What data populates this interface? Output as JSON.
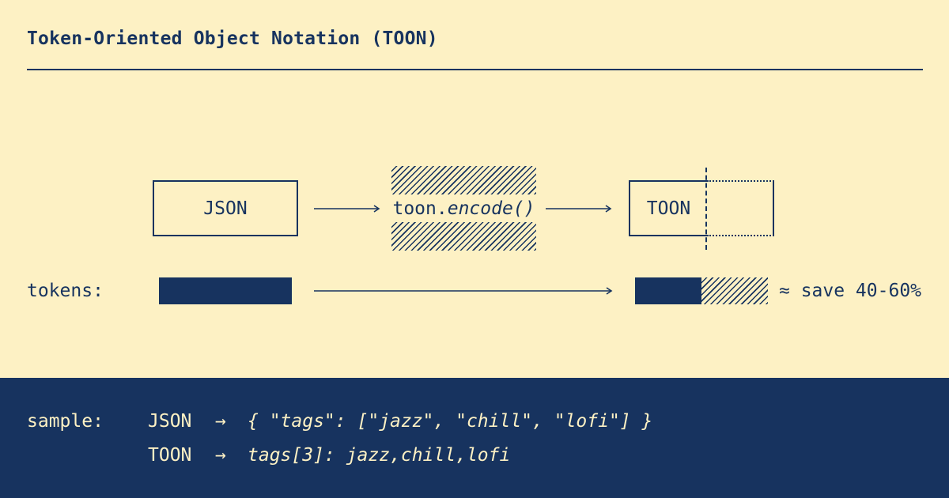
{
  "title": "Token-Oriented Object Notation (TOON)",
  "diagram": {
    "source_label": "JSON",
    "encoder_object": "toon.",
    "encoder_method": "encode()",
    "target_label": "TOON"
  },
  "tokens": {
    "label": "tokens:",
    "savings_text": "≈ save 40-60%",
    "toon_ratio": 0.5
  },
  "sample": {
    "label": "sample:",
    "rows": [
      {
        "format": "JSON",
        "arrow": "→",
        "code": "{ \"tags\": [\"jazz\", \"chill\", \"lofi\"] }"
      },
      {
        "format": "TOON",
        "arrow": "→",
        "code": "tags[3]: jazz,chill,lofi"
      }
    ]
  },
  "colors": {
    "background": "#fdf1c4",
    "ink": "#17335f"
  }
}
